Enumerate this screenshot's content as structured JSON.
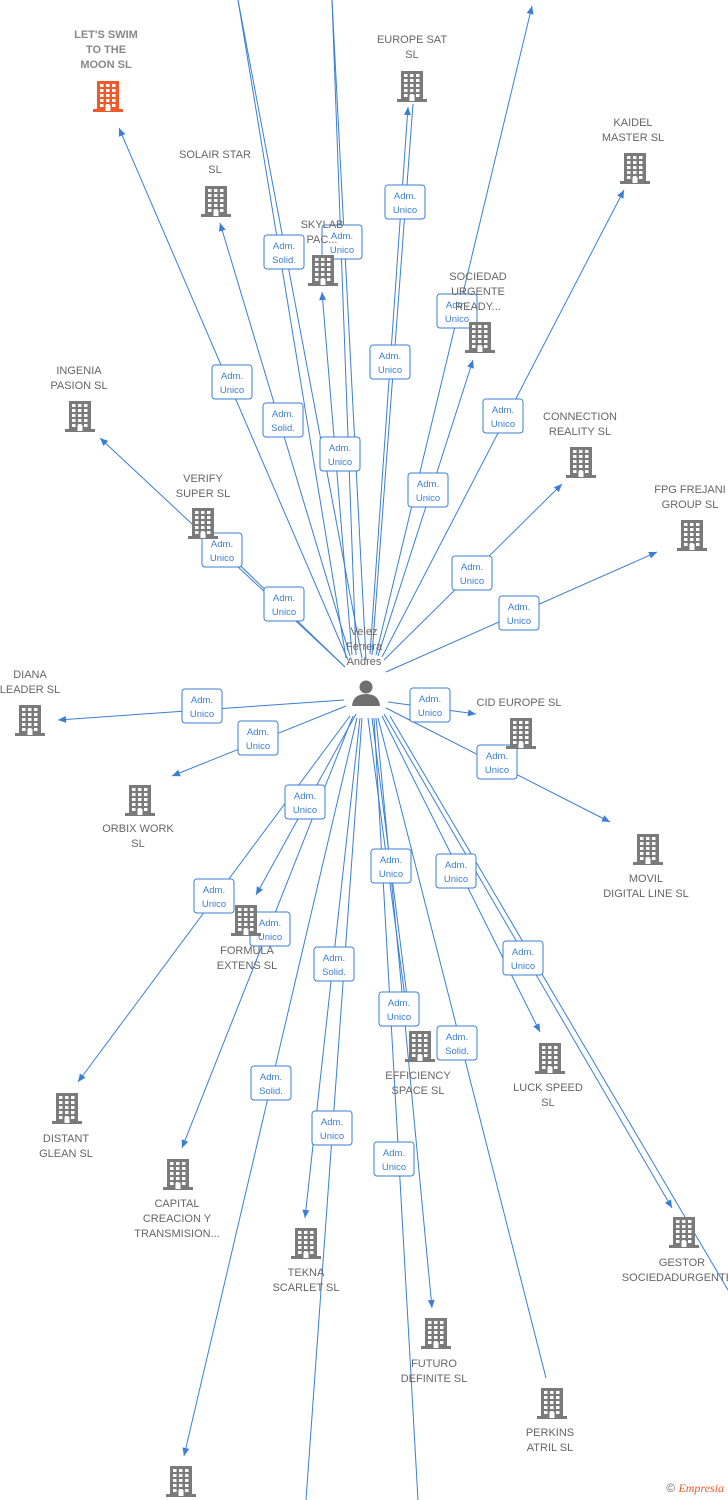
{
  "center": {
    "name_lines": [
      "Velez",
      "Ferrera",
      "Andres"
    ],
    "icon": "person-icon"
  },
  "colors": {
    "edge": "#3a7fd4",
    "node": "#7a7a7a",
    "highlight": "#f05a28"
  },
  "nodes": [
    {
      "id": "letsswim",
      "label": [
        "LET'S SWIM",
        "TO THE",
        "MOON  SL"
      ],
      "highlight": true
    },
    {
      "id": "europesat",
      "label": [
        "EUROPE SAT",
        "SL"
      ]
    },
    {
      "id": "kaidel",
      "label": [
        "KAIDEL",
        "MASTER  SL"
      ]
    },
    {
      "id": "solair",
      "label": [
        "SOLAIR STAR",
        "SL"
      ]
    },
    {
      "id": "skylab",
      "label": [
        "SKYLAB",
        "PAC..."
      ]
    },
    {
      "id": "sociedad",
      "label": [
        "SOCIEDAD",
        "URGENTE",
        "READY..."
      ]
    },
    {
      "id": "ingenia",
      "label": [
        "INGENIA",
        "PASION  SL"
      ]
    },
    {
      "id": "connection",
      "label": [
        "CONNECTION",
        "REALITY  SL"
      ]
    },
    {
      "id": "verify",
      "label": [
        "VERIFY",
        "SUPER  SL"
      ]
    },
    {
      "id": "fpg",
      "label": [
        "FPG FREJANI",
        "GROUP  SL"
      ]
    },
    {
      "id": "diana",
      "label": [
        "DIANA",
        "LEADER  SL"
      ]
    },
    {
      "id": "cideurope",
      "label": [
        "CID EUROPE  SL"
      ]
    },
    {
      "id": "orbix",
      "label": [
        "ORBIX WORK",
        "SL"
      ]
    },
    {
      "id": "movil",
      "label": [
        "MOVIL",
        "DIGITAL LINE SL"
      ]
    },
    {
      "id": "formula",
      "label": [
        "FORMULA",
        "EXTENS  SL"
      ]
    },
    {
      "id": "efficiency",
      "label": [
        "EFFICIENCY",
        "SPACE SL"
      ]
    },
    {
      "id": "luckspeed",
      "label": [
        "LUCK SPEED",
        "SL"
      ]
    },
    {
      "id": "distant",
      "label": [
        "DISTANT",
        "GLEAN  SL"
      ]
    },
    {
      "id": "capital",
      "label": [
        "CAPITAL",
        "CREACION Y",
        "TRANSMISION..."
      ]
    },
    {
      "id": "tekna",
      "label": [
        "TEKNA",
        "SCARLET  SL"
      ]
    },
    {
      "id": "gestor",
      "label": [
        "GESTOR",
        "SOCIEDADURGENTE..."
      ]
    },
    {
      "id": "futuro",
      "label": [
        "FUTURO",
        "DEFINITE  SL"
      ]
    },
    {
      "id": "perkins",
      "label": [
        "PERKINS",
        "ATRIL  SL"
      ]
    },
    {
      "id": "bottomleft",
      "label": []
    }
  ],
  "edges": [
    {
      "id": "e-letsswim",
      "badge": [
        "Adm.",
        "Unico"
      ]
    },
    {
      "id": "e-solair",
      "badge": [
        "Adm.",
        "Solid."
      ]
    },
    {
      "id": "e-skylab",
      "badge": [
        "Adm.",
        "Unico"
      ]
    },
    {
      "id": "e-europesat-1",
      "badge": [
        "Adm.",
        "Unico"
      ]
    },
    {
      "id": "e-europesat-2",
      "badge": [
        "Adm.",
        "Unico"
      ]
    },
    {
      "id": "e-sociedad",
      "badge": [
        "Adm.",
        "Unico"
      ]
    },
    {
      "id": "e-kaidel",
      "badge": [
        "Adm.",
        "Unico"
      ]
    },
    {
      "id": "e-solair-2",
      "badge": [
        "Adm.",
        "Solid."
      ]
    },
    {
      "id": "e-skylab-2",
      "badge": [
        "Adm.",
        "Unico"
      ]
    },
    {
      "id": "e-sociedad-2",
      "badge": [
        "Adm.",
        "Unico"
      ]
    },
    {
      "id": "e-ingenia",
      "badge": [
        "Adm.",
        "Unico"
      ]
    },
    {
      "id": "e-verify",
      "badge": [
        "Adm.",
        "Unico"
      ]
    },
    {
      "id": "e-connection",
      "badge": [
        "Adm.",
        "Unico"
      ]
    },
    {
      "id": "e-fpg",
      "badge": [
        "Adm.",
        "Unico"
      ]
    },
    {
      "id": "e-diana",
      "badge": [
        "Adm.",
        "Unico"
      ]
    },
    {
      "id": "e-cideurope",
      "badge": [
        "Adm.",
        "Unico"
      ]
    },
    {
      "id": "e-orbix",
      "badge": [
        "Adm.",
        "Unico"
      ]
    },
    {
      "id": "e-movil",
      "badge": [
        "Adm.",
        "Unico"
      ]
    },
    {
      "id": "e-formula",
      "badge": [
        "Adm.",
        "Unico"
      ]
    },
    {
      "id": "e-distant",
      "badge": [
        "Adm.",
        "Unico"
      ]
    },
    {
      "id": "e-capital",
      "badge": [
        "Adm.",
        "Unico"
      ]
    },
    {
      "id": "e-efficiency-1",
      "badge": [
        "Adm.",
        "Unico"
      ]
    },
    {
      "id": "e-luckspeed",
      "badge": [
        "Adm.",
        "Unico"
      ]
    },
    {
      "id": "e-gestor",
      "badge": [
        "Adm.",
        "Unico"
      ]
    },
    {
      "id": "e-tekna",
      "badge": [
        "Adm.",
        "Solid."
      ]
    },
    {
      "id": "e-efficiency-2",
      "badge": [
        "Adm.",
        "Unico"
      ]
    },
    {
      "id": "e-futuro",
      "badge": [
        "Adm.",
        "Solid."
      ]
    },
    {
      "id": "e-bottomleft",
      "badge": [
        "Adm.",
        "Solid."
      ]
    },
    {
      "id": "e-tekna-2",
      "badge": [
        "Adm.",
        "Unico"
      ]
    },
    {
      "id": "e-futuro-2",
      "badge": [
        "Adm.",
        "Unico"
      ]
    }
  ],
  "watermark": {
    "copyright": "©",
    "brand": "Empresia"
  }
}
